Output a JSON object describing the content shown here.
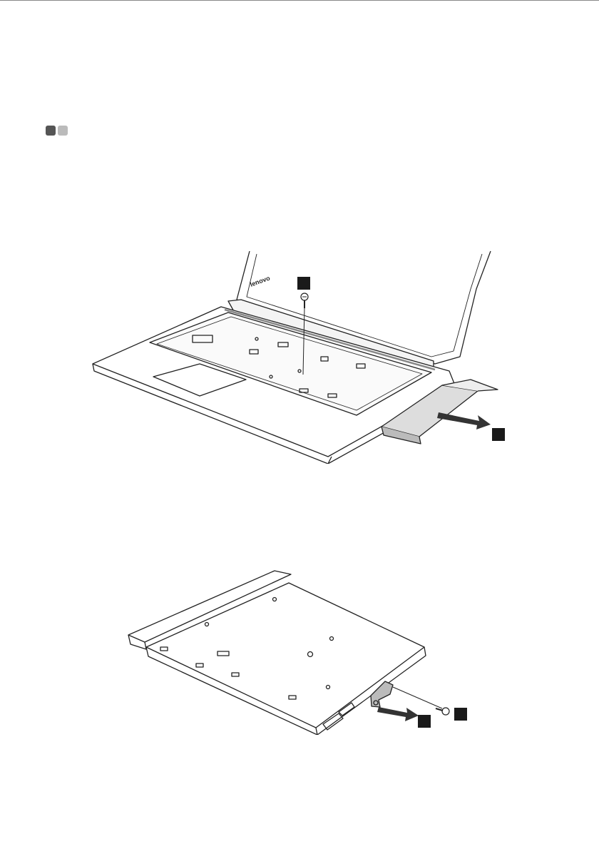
{
  "page": {
    "background": "#ffffff",
    "accent_dark": "#555555",
    "accent_light": "#bbbbbb"
  },
  "figure1": {
    "logo_text": "lenovo",
    "callouts": [
      {
        "id": "screw-callout",
        "label": ""
      },
      {
        "id": "drive-callout",
        "label": ""
      }
    ]
  },
  "figure2": {
    "callouts": [
      {
        "id": "bracket-callout",
        "label": ""
      },
      {
        "id": "screw-callout",
        "label": ""
      }
    ]
  }
}
